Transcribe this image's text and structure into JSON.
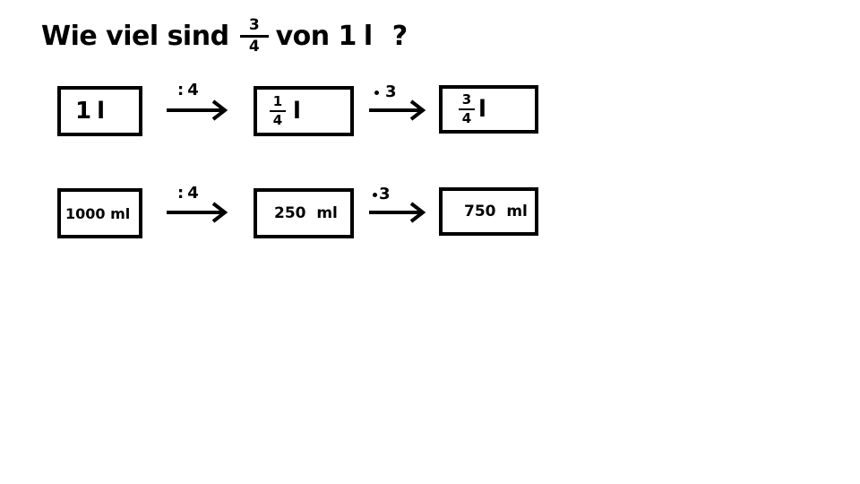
{
  "title": {
    "prefix": "Wie viel sind",
    "fraction_numerator": "3",
    "fraction_denominator": "4",
    "suffix": "von 1",
    "unit": "l",
    "question_mark": "?"
  },
  "row1": {
    "box1": {
      "value": "1",
      "unit": "l"
    },
    "op1": {
      "symbol": ":",
      "value": "4"
    },
    "box2": {
      "numerator": "1",
      "denominator": "4",
      "unit": "l"
    },
    "op2": {
      "value": "3"
    },
    "box3": {
      "numerator": "3",
      "denominator": "4",
      "unit": "l"
    }
  },
  "row2": {
    "box1": {
      "text": "1000 ml"
    },
    "op1": {
      "symbol": ":",
      "value": "4"
    },
    "box2": {
      "text": "250  ml"
    },
    "op2": {
      "value": "3"
    },
    "box3": {
      "text": "750  ml"
    }
  }
}
